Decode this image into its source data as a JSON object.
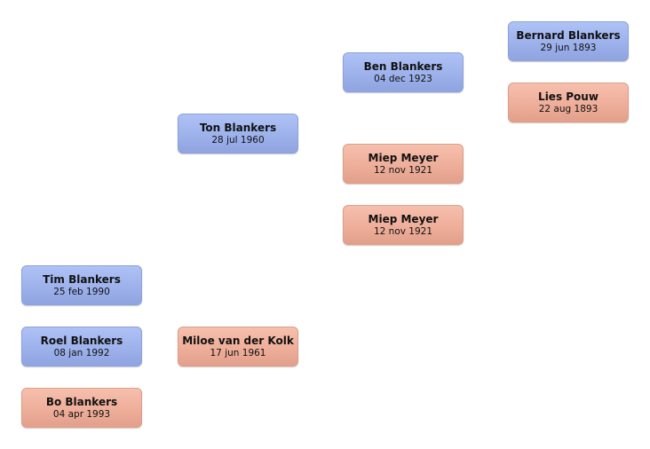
{
  "people": {
    "bernard": {
      "name": "Bernard Blankers",
      "date": "29 jun 1893",
      "gender": "male"
    },
    "lies": {
      "name": "Lies Pouw",
      "date": "22 aug 1893",
      "gender": "female"
    },
    "ben": {
      "name": "Ben Blankers",
      "date": "04 dec 1923",
      "gender": "male"
    },
    "miep1": {
      "name": "Miep Meyer",
      "date": "12 nov 1921",
      "gender": "female"
    },
    "miep2": {
      "name": "Miep Meyer",
      "date": "12 nov 1921",
      "gender": "female"
    },
    "ton": {
      "name": "Ton Blankers",
      "date": "28 jul 1960",
      "gender": "male"
    },
    "miloe": {
      "name": "Miloe van der Kolk",
      "date": "17 jun 1961",
      "gender": "female"
    },
    "tim": {
      "name": "Tim Blankers",
      "date": "25 feb 1990",
      "gender": "male"
    },
    "roel": {
      "name": "Roel Blankers",
      "date": "08 jan 1992",
      "gender": "male"
    },
    "bo": {
      "name": "Bo Blankers",
      "date": "04 apr 1993",
      "gender": "female"
    }
  },
  "colors": {
    "male": "#9db1eb",
    "female": "#eeae9a"
  }
}
